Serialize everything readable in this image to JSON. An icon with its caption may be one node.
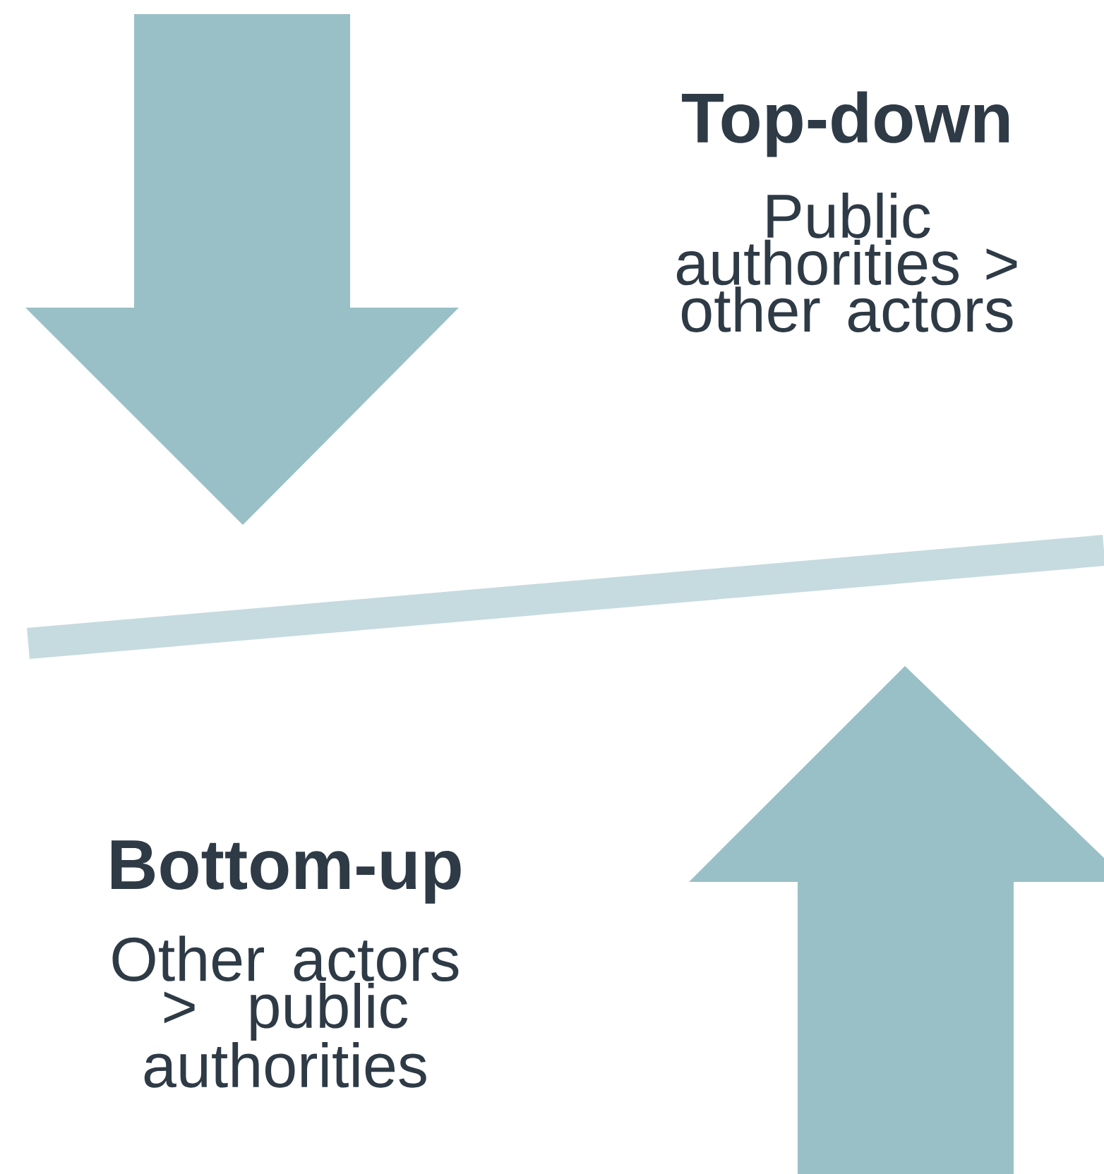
{
  "diagram": {
    "labels": [
      "Top-down",
      "Public authorities > other actors",
      "Bottom-up",
      "Other actors > public authorities"
    ]
  }
}
